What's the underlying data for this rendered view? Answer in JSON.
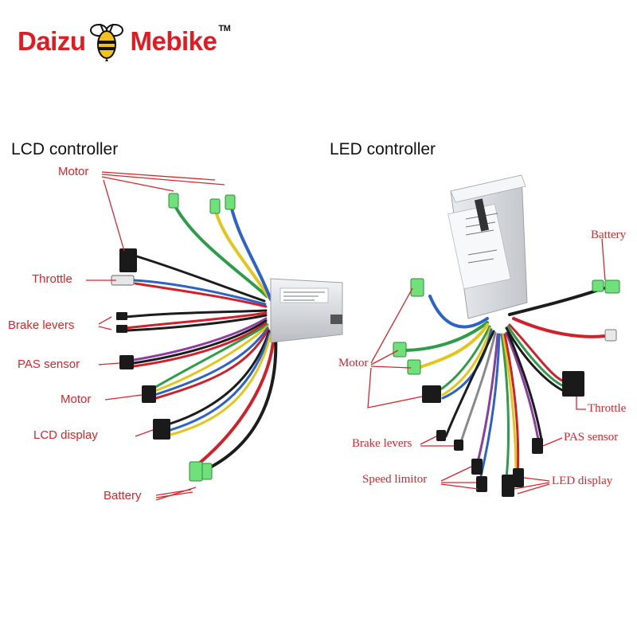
{
  "brand": {
    "name_part1": "Daizu",
    "name_part2": "Mebike",
    "trademark": "TM",
    "colors": {
      "text": "#e01b22",
      "bee_body": "#f2c21a"
    }
  },
  "lcd_panel": {
    "title": "LCD controller",
    "labels": {
      "motor_top": "Motor",
      "throttle": "Throttle",
      "brake_levers": "Brake levers",
      "pas_sensor": "PAS sensor",
      "motor_hall": "Motor",
      "lcd_display": "LCD display",
      "battery": "Battery"
    }
  },
  "led_panel": {
    "title": "LED controller",
    "labels": {
      "battery": "Battery",
      "motor": "Motor",
      "throttle": "Throttle",
      "brake_levers": "Brake levers",
      "pas_sensor": "PAS sensor",
      "speed_limitor": "Speed limitor",
      "led_display": "LED display"
    }
  },
  "colors": {
    "annotation": "#d8262b",
    "wire_red": "#d0202a",
    "wire_green": "#2e9d4a",
    "wire_yellow": "#e3c61b",
    "wire_blue": "#2b63c8",
    "wire_black": "#1c1c1c",
    "wire_purple": "#8a3fa0",
    "wire_gray": "#8a8a8a",
    "connector_green": "#6fe07a",
    "controller_case": "#d9dce0"
  }
}
